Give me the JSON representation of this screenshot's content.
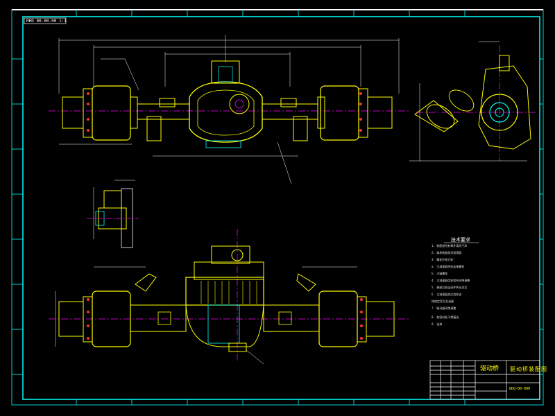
{
  "drawing": {
    "code_box": "RHD  00-00-00  1:1",
    "notes_title": "技术要求",
    "notes": [
      "1. 装配前所有零件清洗干净",
      "2. 轴承装配前涂润滑脂",
      "3. 螺栓拧紧力矩:",
      "   a. 主减速器壳体连接螺栓",
      "   b. 半轴螺栓",
      "4. 主减速器齿轮啮合间隙调整",
      "5. 装配后各运动件转动灵活",
      "6. 主减速器加注齿轮油",
      "   按规定型号及油量",
      "7. 制动器间隙调整",
      "8. 各密封处不得漏油",
      "9. 油漆"
    ],
    "title_block": {
      "name": "驱动桥",
      "title": "驱动桥装配图",
      "number": "QDQ-00-000"
    }
  },
  "colors": {
    "frame": "#00ffff",
    "main": "#ffff00",
    "center": "#ff00ff",
    "dim": "#ffffff",
    "detail": "#00ff00"
  }
}
